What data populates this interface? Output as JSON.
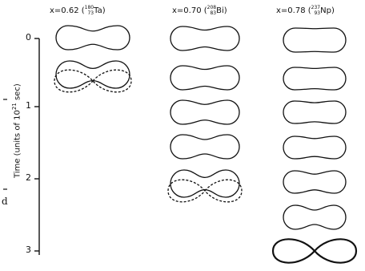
{
  "columns": [
    {
      "x_label": "x=0.62",
      "nuclide_mass": "180",
      "nuclide_charge": "73",
      "nuclide_symbol": "Ta"
    },
    {
      "x_label": "x=0.70",
      "nuclide_mass": "208",
      "nuclide_charge": "83",
      "nuclide_symbol": "Bi"
    },
    {
      "x_label": "x=0.78",
      "nuclide_mass": "237",
      "nuclide_charge": "93",
      "nuclide_symbol": "Np"
    }
  ],
  "axis": {
    "label": "Time (units of 10",
    "label_exp": "21",
    "label_tail": " sec)",
    "ticks": [
      "0",
      "1",
      "2",
      "3"
    ]
  },
  "edge_mark": "d"
}
